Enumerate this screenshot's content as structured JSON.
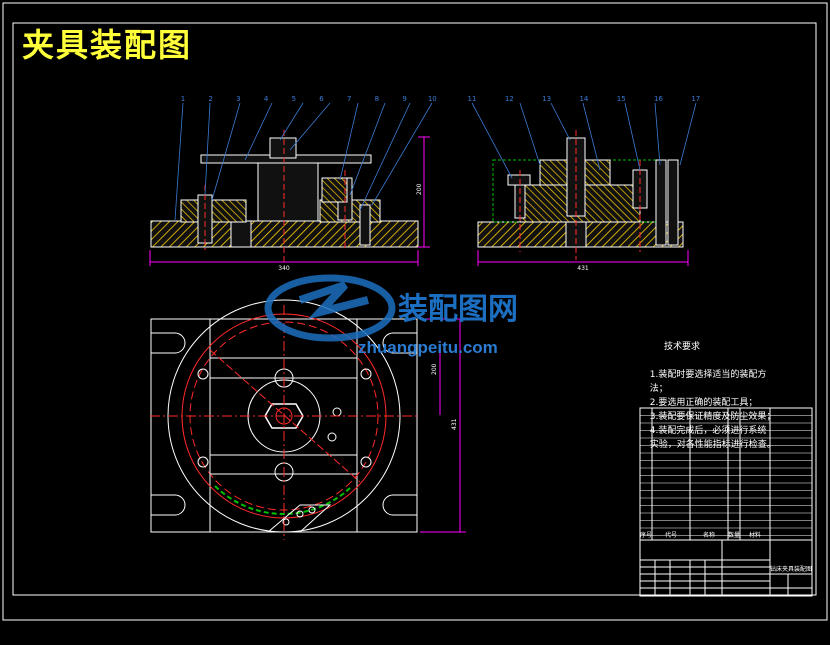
{
  "title": "夹具装配图",
  "watermark": {
    "name": "装配图网",
    "url": "zhuangpeitu.com"
  },
  "leader_numbers": {
    "front_view": [
      "1",
      "2",
      "3",
      "4",
      "5",
      "6",
      "7",
      "8",
      "9",
      "10"
    ],
    "side_view": [
      "11",
      "12",
      "13",
      "14",
      "15",
      "16",
      "17"
    ]
  },
  "dimensions": {
    "front_width": "340",
    "front_height": "200",
    "side_width": "431",
    "plan_inner": "200",
    "plan_height": "431"
  },
  "tech_requirements": {
    "heading": "技术要求",
    "lines": [
      "1.装配时要选择适当的装配方",
      "法；",
      "2.要选用正确的装配工具；",
      "3.装配要保证精度及防尘效果；",
      "4.装配完成后，必须进行系统",
      "实验，对各性能指标进行检查。"
    ]
  },
  "title_block": {
    "drawing_name": "钻床夹具装配图",
    "header_cols": [
      "序号",
      "代号",
      "名称",
      "数量",
      "材料"
    ]
  },
  "colors": {
    "background": "#000000",
    "line": "#ffffff",
    "red": "#ff2a2a",
    "hatch": "#ffff00",
    "magenta": "#ff00ff",
    "green": "#00c000",
    "blue": "#3a7bd5",
    "title": "#ffff3a"
  }
}
